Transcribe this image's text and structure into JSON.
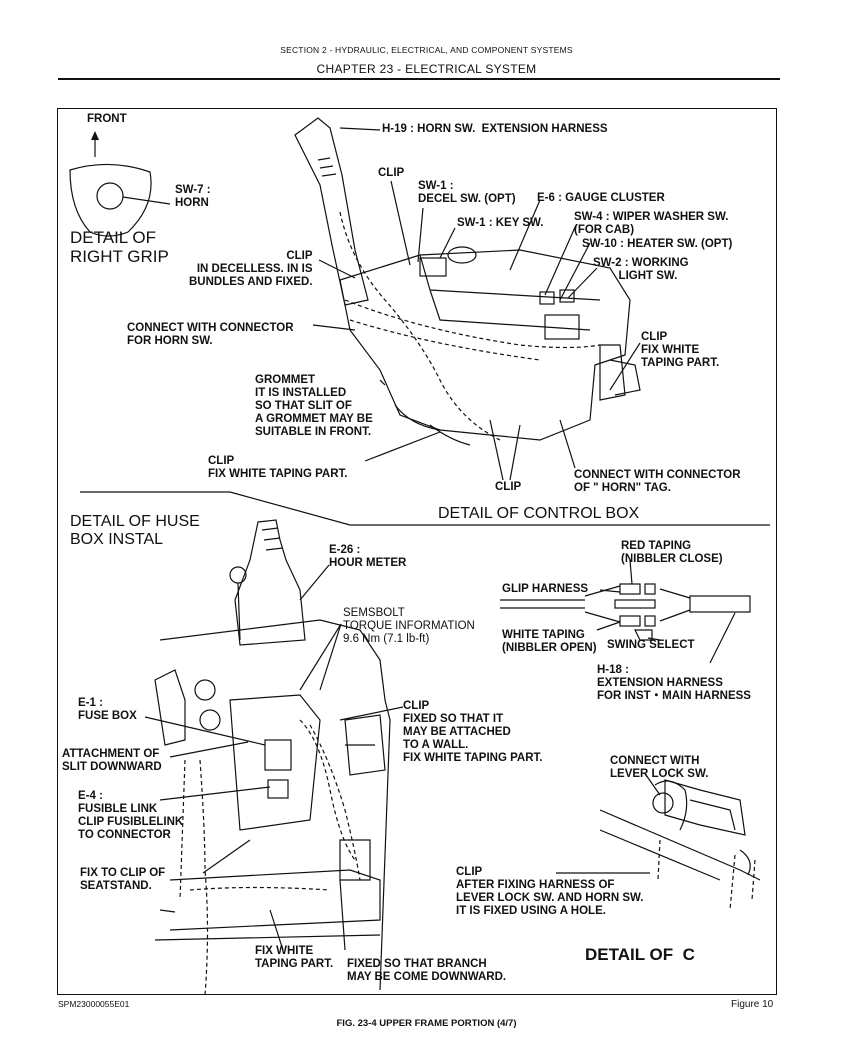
{
  "header": {
    "section": "SECTION 2 - HYDRAULIC, ELECTRICAL, AND COMPONENT SYSTEMS",
    "chapter": "CHAPTER 23 - ELECTRICAL SYSTEM"
  },
  "top": {
    "front": "FRONT",
    "sw7": "SW-7 :\nHORN",
    "detail_grip": "DETAIL OF\nRIGHT GRIP",
    "h19": "H-19 : HORN SW.  EXTENSION HARNESS",
    "clip1": "CLIP",
    "sw1_decel": "SW-1 :\nDECEL SW. (OPT)",
    "sw1_key": "SW-1 : KEY SW.",
    "e6": "E-6 : GAUGE CLUSTER",
    "sw4": "SW-4 : WIPER WASHER SW.\n(FOR CAB)",
    "sw10": "SW-10 : HEATER SW. (OPT)",
    "sw2": "SW-2 : WORKING\n        LIGHT SW.",
    "clip_decel": "CLIP\nIN DECELLESS. IN IS\nBUNDLES AND FIXED.",
    "connect_horn": "CONNECT WITH CONNECTOR\nFOR HORN SW.",
    "clip_white": "CLIP\nFIX WHITE\nTAPING PART.",
    "grommet": "GROMMET\nIT IS INSTALLED\nSO THAT SLIT OF\nA GROMMET MAY BE\nSUITABLE IN FRONT.",
    "clip_fix": "CLIP\nFIX WHITE TAPING PART.",
    "clip_bottom": "CLIP",
    "connect_horn_tag": "CONNECT WITH CONNECTOR\nOF \" HORN\" TAG.",
    "detail_control": "DETAIL OF CONTROL BOX"
  },
  "bottom": {
    "detail_fuse": "DETAIL OF HUSE\nBOX INSTAL",
    "e26": "E-26 :\nHOUR METER",
    "semsbolt": "SEMSBOLT\nTORQUE INFORMATION\n9.6 Nm (7.1 lb-ft)",
    "red_taping": "RED TAPING\n(NIBBLER CLOSE)",
    "glip_harness": "GLIP HARNESS",
    "white_taping": "WHITE TAPING\n(NIBBLER OPEN)",
    "swing_select": "SWING SELECT",
    "h18": "H-18 :\nEXTENSION HARNESS\nFOR INST・MAIN HARNESS",
    "e1": "E-1 :\nFUSE BOX",
    "clip_wall": "CLIP\nFIXED SO THAT IT\nMAY BE ATTACHED\nTO A WALL.\nFIX WHITE TAPING PART.",
    "attachment": "ATTACHMENT OF\nSLIT DOWNWARD",
    "connect_lever": "CONNECT WITH\nLEVER LOCK SW.",
    "e4": "E-4 :\nFUSIBLE LINK\nCLIP FUSIBLELINK\nTO CONNECTOR",
    "fix_clip_seat": "FIX TO CLIP OF\nSEATSTAND.",
    "clip_lever": "CLIP\nAFTER FIXING HARNESS OF\nLEVER LOCK SW. AND HORN SW.\nIT IS FIXED USING A HOLE.",
    "fix_white_taping": "FIX WHITE\nTAPING PART.",
    "fixed_branch": "FIXED SO THAT BRANCH\nMAY BE COME DOWNWARD.",
    "detail_c": "DETAIL OF  C"
  },
  "footer": {
    "code": "SPM23000055E01",
    "figure": "Figure 10",
    "caption": "FIG. 23-4 UPPER FRAME PORTION (4/7)"
  }
}
